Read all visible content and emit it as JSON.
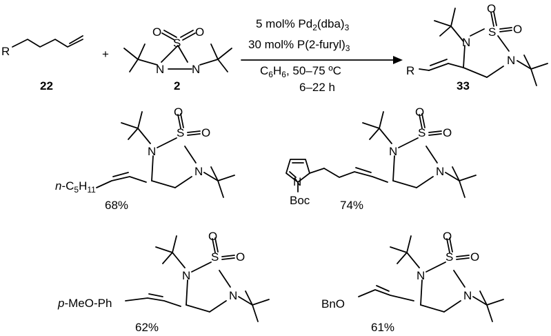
{
  "scheme": {
    "reactant_alkene": {
      "r_label": "R",
      "number": "22"
    },
    "plus": "+",
    "reagent": {
      "n1": "N",
      "n2": "N",
      "s": "S",
      "o1": "O",
      "o2": "O",
      "number": "2"
    },
    "conditions": {
      "line1_pre": "5 mol% Pd",
      "line1_sub1": "2",
      "line1_mid": "(dba)",
      "line1_sub2": "3",
      "line2": "30 mol% P(2-furyl)",
      "line2_sub": "3",
      "line3_pre": "C",
      "line3_sub1": "6",
      "line3_mid": "H",
      "line3_sub2": "6",
      "line3_post": ", 50–75 ºC",
      "line4": "6–22 h"
    },
    "product": {
      "r_label": "R",
      "number": "33",
      "n1": "N",
      "n2": "N",
      "s": "S",
      "o1": "O",
      "o2": "O"
    }
  },
  "examples": [
    {
      "substituent_pre": "n",
      "substituent_mid": "-C",
      "sub1": "5",
      "substituent_h": "H",
      "sub2": "11",
      "yield": "68%"
    },
    {
      "substituent_n": "N",
      "substituent_boc": "Boc",
      "yield": "74%"
    },
    {
      "substituent_pre": "p",
      "substituent_text": "-MeO-Ph",
      "yield": "62%"
    },
    {
      "substituent_text": "BnO",
      "yield": "61%"
    }
  ],
  "ring_atoms": {
    "n": "N",
    "s": "S",
    "o": "O"
  }
}
